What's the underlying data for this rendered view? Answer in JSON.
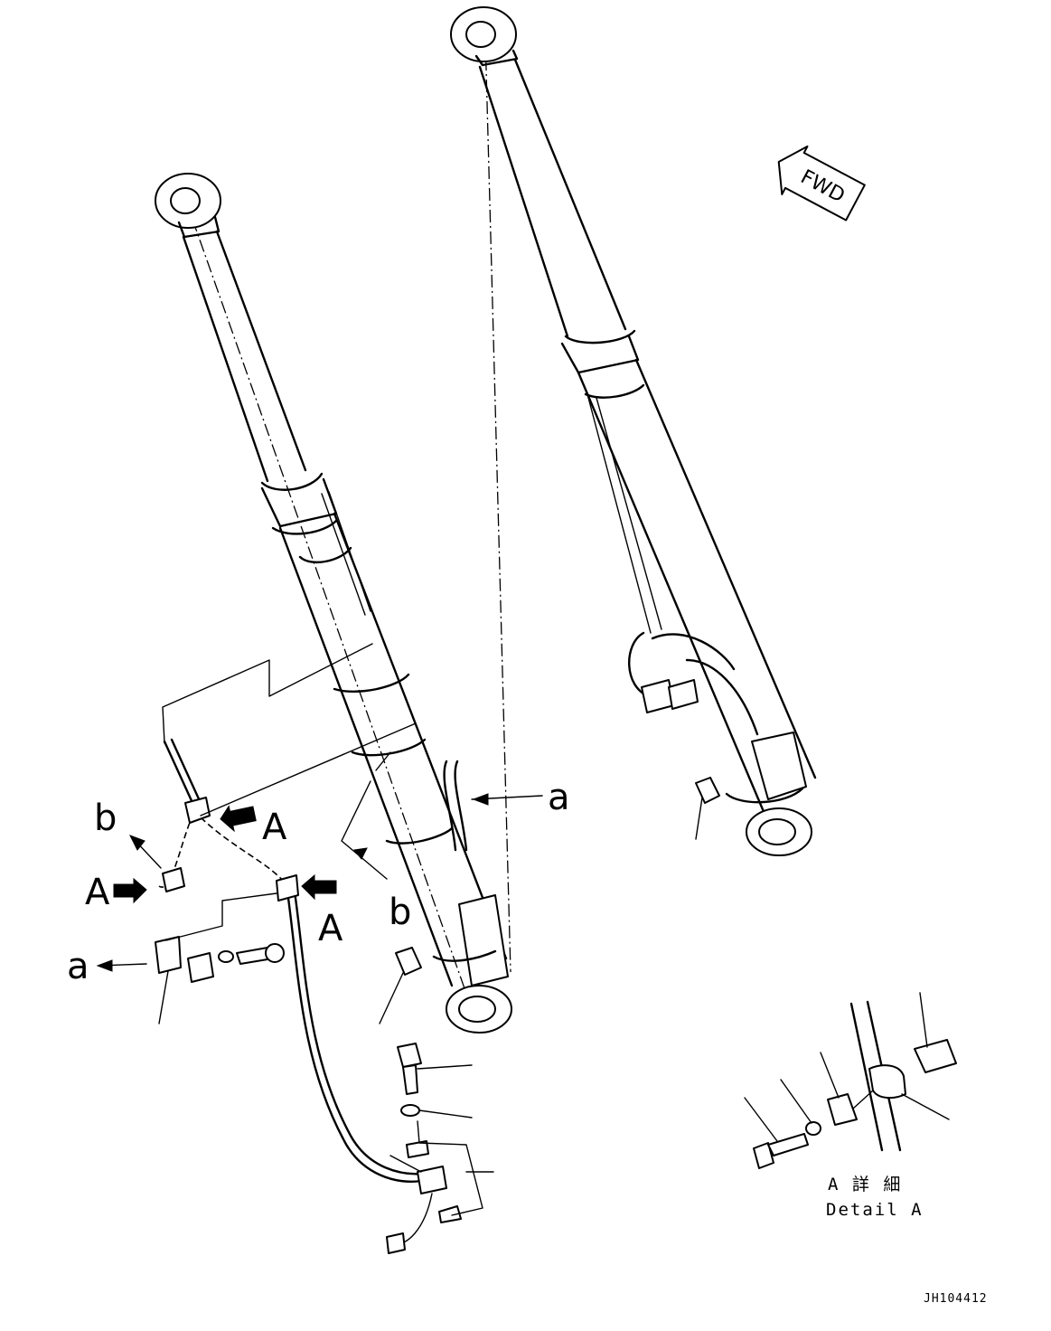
{
  "labels": {
    "a": "a",
    "b": "b",
    "A": "A"
  },
  "fwd_marker": "FWD",
  "detail": {
    "title_jp": "A 詳 細",
    "title_en": "Detail A"
  },
  "drawing_id": "JH104412"
}
